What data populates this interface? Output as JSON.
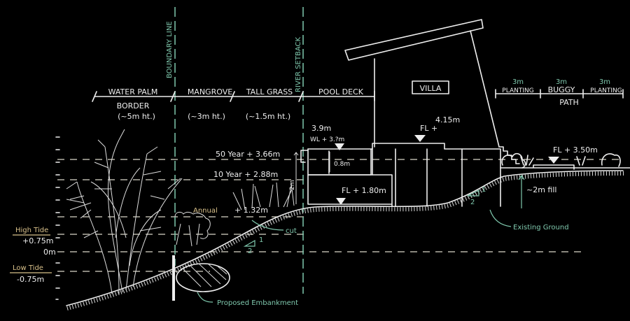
{
  "zones": {
    "water_palm": "WATER PALM",
    "water_palm_2": "BORDER",
    "water_palm_ht": "(~5m ht.)",
    "mangrove": "MANGROVE",
    "mangrove_ht": "(~3m ht.)",
    "tall_grass": "TALL GRASS",
    "tall_grass_ht": "(~1.5m ht.)",
    "pool_deck": "POOL DECK",
    "villa": "VILLA"
  },
  "lines": {
    "boundary": "BOUNDARY LINE",
    "river_setback": "RIVER SETBACK"
  },
  "right_dims": {
    "d1": "3m",
    "l1": "PLANTING",
    "d2": "3m",
    "l2": "BUGGY",
    "l2b": "PATH",
    "d3": "3m",
    "l3": "PLANTING"
  },
  "levels": {
    "villa_top": "4.15m",
    "villa_fl": "FL +",
    "path_fl": "FL + 3.50m",
    "pool_top": "3.9m",
    "pool_wl": "WL + 3.?m",
    "pool_depth": "0.8m",
    "lower_fl": "FL + 1.80m",
    "wall_height": "2m",
    "fill": "~2m fill",
    "existing_ground": "Existing Ground",
    "year50": "50 Year + 3.66m",
    "year10": "10 Year + 2.88m",
    "annual": "Annual",
    "annual_val": "+ 1.32m",
    "high_tide": "High Tide",
    "high_tide_val": "+0.75m",
    "zero": "0m",
    "low_tide": "Low Tide",
    "low_tide_val": "-0.75m",
    "cut": "cut",
    "slope_run": "2",
    "slope_rise": "1",
    "embankment": "Proposed Embankment"
  }
}
